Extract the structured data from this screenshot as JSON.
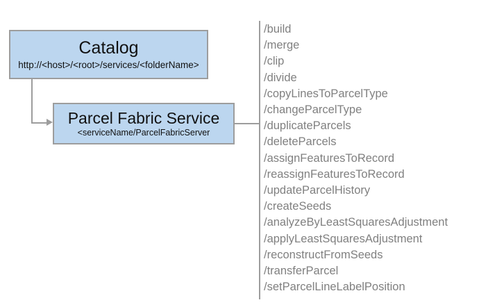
{
  "diagram": {
    "type": "service-endpoint-hierarchy",
    "colors": {
      "box_fill": "#bcd6ef",
      "box_border": "#9d9d9d",
      "connector": "#9d9d9d",
      "title_text": "#111111",
      "list_text": "#808080",
      "background": "#ffffff"
    },
    "nodes": [
      {
        "id": "catalog",
        "title": "Catalog",
        "subtitle": "http://<host>/<root>/services/<folderName>"
      },
      {
        "id": "parcel-fabric-service",
        "title": "Parcel Fabric Service",
        "subtitle": "<serviceName/ParcelFabricServer"
      }
    ],
    "connectors": [
      {
        "id": "catalog-to-service",
        "from": "catalog",
        "to": "parcel-fabric-service",
        "style": "elbow",
        "arrowhead": "right"
      },
      {
        "id": "service-to-operations",
        "from": "parcel-fabric-service",
        "to": "operations-divider",
        "style": "straight",
        "arrowhead": "none"
      }
    ],
    "operations": [
      "/build",
      "/merge",
      "/clip",
      "/divide",
      "/copyLinesToParcelType",
      "/changeParcelType",
      "/duplicateParcels",
      "/deleteParcels",
      "/assignFeaturesToRecord",
      "/reassignFeaturesToRecord",
      "/updateParcelHistory",
      "/createSeeds",
      "/analyzeByLeastSquaresAdjustment",
      "/applyLeastSquaresAdjustment",
      "/reconstructFromSeeds",
      "/transferParcel",
      "/setParcelLineLabelPosition"
    ]
  }
}
